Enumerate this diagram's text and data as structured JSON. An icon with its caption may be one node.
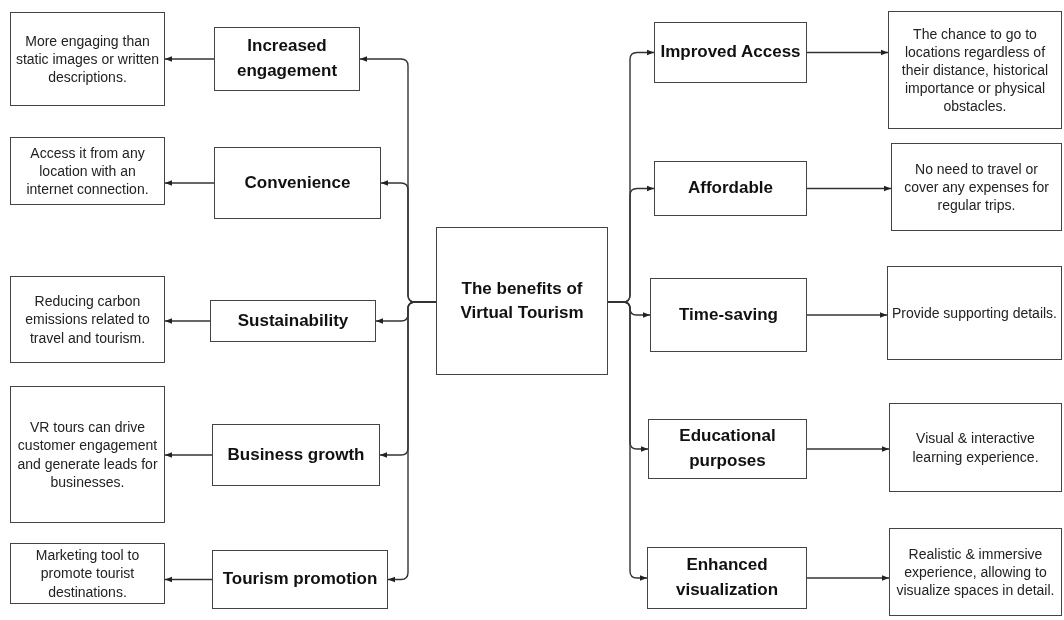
{
  "diagram": {
    "nodes": [
      {
        "text": [
          "The benefits of Virtual Tourism"
        ]
      },
      {
        "text": [
          "Increased engagement"
        ]
      },
      {
        "text": [
          "Convenience"
        ]
      },
      {
        "text": [
          "Sustainability"
        ]
      },
      {
        "text": [
          "Business growth"
        ]
      },
      {
        "text": [
          "Tourism promotion"
        ]
      },
      {
        "text": [
          "More engaging than static images or written descriptions."
        ]
      },
      {
        "text": [
          "Access it from any location with an internet connection."
        ]
      },
      {
        "text": [
          "Reducing carbon emissions related to travel and tourism."
        ]
      },
      {
        "text": [
          "VR tours can drive customer engagement and generate leads for businesses."
        ]
      },
      {
        "text": [
          "Marketing tool to promote tourist destinations."
        ]
      },
      {
        "text": [
          "Improved Access"
        ]
      },
      {
        "text": [
          "Affordable"
        ]
      },
      {
        "text": [
          "Time-saving"
        ]
      },
      {
        "text": [
          "Educational purposes"
        ]
      },
      {
        "text": [
          "Enhanced visualization"
        ]
      },
      {
        "text": [
          "The chance to go to locations regardless of their distance, historical importance or physical obstacles."
        ]
      },
      {
        "text": [
          "No need to travel or cover any expenses for regular trips."
        ]
      },
      {
        "text": [
          "Provide supporting details."
        ]
      },
      {
        "text": [
          "Visual & interactive learning experience."
        ]
      },
      {
        "text": [
          "Realistic & immersive experience, allowing to visualize spaces in detail."
        ]
      }
    ],
    "edges": [
      {
        "from": 0,
        "to": 1,
        "arrow": "to"
      },
      {
        "from": 0,
        "to": 2,
        "arrow": "to"
      },
      {
        "from": 0,
        "to": 3,
        "arrow": "to"
      },
      {
        "from": 0,
        "to": 4,
        "arrow": "to"
      },
      {
        "from": 0,
        "to": 5,
        "arrow": "to"
      },
      {
        "from": 1,
        "to": 6,
        "arrow": "to"
      },
      {
        "from": 2,
        "to": 7,
        "arrow": "to"
      },
      {
        "from": 3,
        "to": 8,
        "arrow": "to"
      },
      {
        "from": 4,
        "to": 9,
        "arrow": "to"
      },
      {
        "from": 5,
        "to": 10,
        "arrow": "to"
      },
      {
        "from": 0,
        "to": 11,
        "arrow": "to"
      },
      {
        "from": 0,
        "to": 12,
        "arrow": "to"
      },
      {
        "from": 0,
        "to": 13,
        "arrow": "to"
      },
      {
        "from": 0,
        "to": 14,
        "arrow": "to"
      },
      {
        "from": 0,
        "to": 15,
        "arrow": "to"
      },
      {
        "from": 11,
        "to": 16,
        "arrow": "to"
      },
      {
        "from": 12,
        "to": 17,
        "arrow": "to"
      },
      {
        "from": 13,
        "to": 18,
        "arrow": "to"
      },
      {
        "from": 14,
        "to": 19,
        "arrow": "to"
      },
      {
        "from": 15,
        "to": 20,
        "arrow": "to"
      }
    ]
  }
}
